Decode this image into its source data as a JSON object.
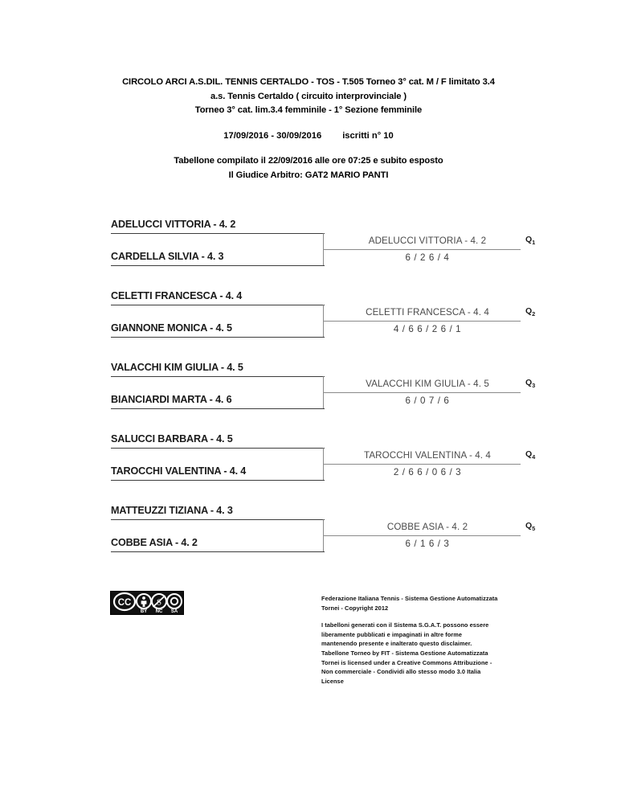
{
  "header": {
    "title_line1": "CIRCOLO ARCI A.S.DIL. TENNIS CERTALDO - TOS - T.505 Torneo 3° cat. M / F limitato 3.4",
    "title_line2": "a.s. Tennis Certaldo ( circuito interprovinciale )",
    "title_line3": "Torneo 3° cat. lim.3.4 femminile - 1° Sezione femminile",
    "dates": "17/09/2016 - 30/09/2016",
    "entrants": "iscritti n° 10",
    "compiled": "Tabellone compilato il 22/09/2016 alle ore 07:25 e subito esposto",
    "referee": "Il Giudice Arbitro: GAT2 MARIO PANTI"
  },
  "bracket": {
    "matches": [
      {
        "player_top": "ADELUCCI VITTORIA - 4. 2",
        "player_bottom": "CARDELLA SILVIA - 4. 3",
        "winner": "ADELUCCI VITTORIA - 4. 2",
        "score": "6 / 2    6 / 4",
        "qualifier": "Q",
        "qualifier_num": "1"
      },
      {
        "player_top": "CELETTI FRANCESCA - 4. 4",
        "player_bottom": "GIANNONE MONICA - 4. 5",
        "winner": "CELETTI FRANCESCA - 4. 4",
        "score": "4 / 6   6 / 2   6 / 1",
        "qualifier": "Q",
        "qualifier_num": "2"
      },
      {
        "player_top": "VALACCHI KIM GIULIA - 4. 5",
        "player_bottom": "BIANCIARDI MARTA - 4. 6",
        "winner": "VALACCHI KIM GIULIA - 4. 5",
        "score": "6 / 0    7 / 6",
        "qualifier": "Q",
        "qualifier_num": "3"
      },
      {
        "player_top": "SALUCCI BARBARA - 4. 5",
        "player_bottom": "TAROCCHI VALENTINA - 4. 4",
        "winner": "TAROCCHI VALENTINA - 4. 4",
        "score": "2 / 6    6 / 0    6 / 3",
        "qualifier": "Q",
        "qualifier_num": "4"
      },
      {
        "player_top": "MATTEUZZI TIZIANA - 4. 3",
        "player_bottom": "COBBE ASIA - 4. 2",
        "winner": "COBBE ASIA - 4. 2",
        "score": "6 / 1     6 / 3",
        "qualifier": "Q",
        "qualifier_num": "5"
      }
    ]
  },
  "footer": {
    "license_badge": {
      "cc": "CC",
      "by": "BY",
      "nc": "NC",
      "sa": "SA"
    },
    "copyright_line1": "Federazione Italiana Tennis - Sistema Gestione Automatizzata",
    "copyright_line2": "Tornei - Copyright 2012",
    "disclaimer_line1": "I tabelloni generati con il Sistema S.G.A.T. possono essere",
    "disclaimer_line2": "liberamente pubblicati e impaginati in altre forme",
    "disclaimer_line3": "mantenendo presente e inalterato questo disclaimer.",
    "disclaimer_line4": "Tabellone Torneo by FIT - Sistema Gestione Automatizzata",
    "disclaimer_line5": "Tornei is licensed under a Creative Commons Attribuzione -",
    "disclaimer_line6": "Non commerciale - Condividi allo stesso modo 3.0 Italia",
    "disclaimer_line7": "License"
  }
}
